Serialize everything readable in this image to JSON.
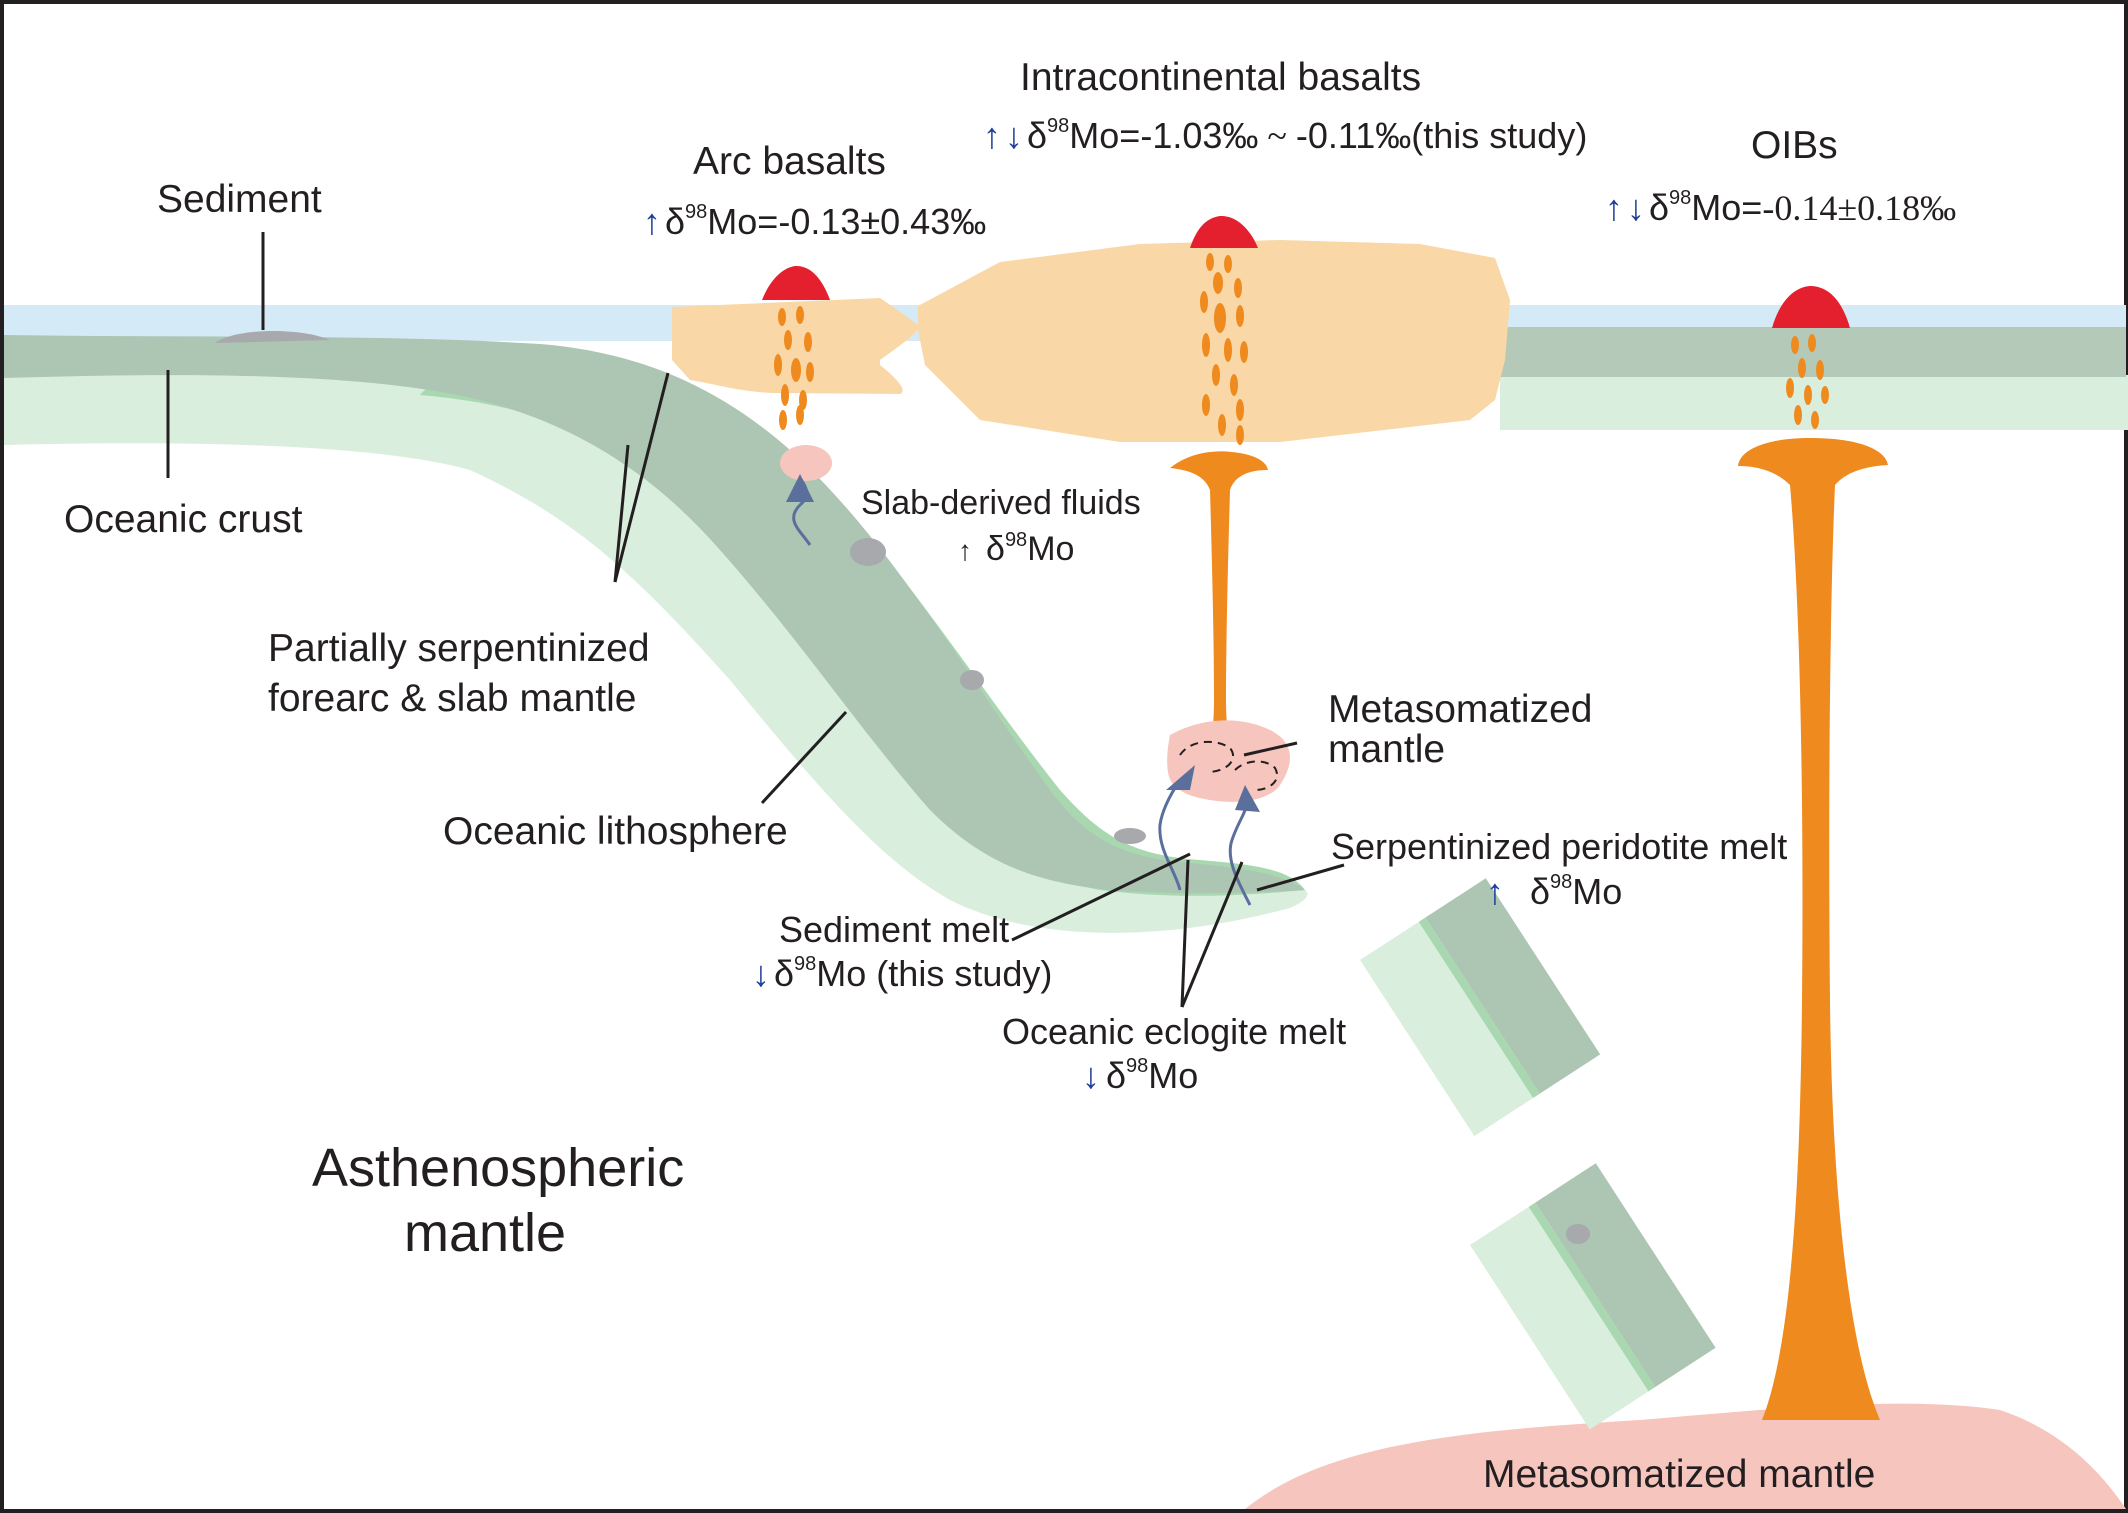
{
  "colors": {
    "ocean": "#d4eaf7",
    "oceanic_crust": "#b5c9b8",
    "lithosphere_light": "#d9eedd",
    "lithosphere_mid": "#a8d7b0",
    "slab_core": "#adc5b3",
    "continent": "#fad7a7",
    "magma_orange": "#ef8a1e",
    "volcano_red": "#e5202e",
    "metasomatized_pink": "#f6c5bd",
    "sediment_gray": "#a7a9ac",
    "fluid_arrow": "#5b6f9c",
    "delta_arrow": "#1f3f9a"
  },
  "labels": {
    "sediment": "Sediment",
    "oceanic_crust": "Oceanic crust",
    "serpentinized_1": "Partially serpentinized",
    "serpentinized_2": "forearc & slab mantle",
    "oceanic_lithosphere": "Oceanic lithosphere",
    "asthenospheric_1": "Asthenospheric",
    "asthenospheric_2": "mantle",
    "arc_basalts": "Arc  basalts",
    "arc_delta_prefix": "δ",
    "arc_delta_sup": "98",
    "arc_delta_value": "Mo=-0.13±0.43‰",
    "intra_basalts": "Intracontinental  basalts",
    "intra_delta_prefix": "δ",
    "intra_delta_sup": "98",
    "intra_delta_value_1": "Mo=-1.03‰",
    "intra_delta_tilde": " ~ ",
    "intra_delta_value_2": "-0.11‰(this study)",
    "oibs": "OIBs",
    "oib_delta_prefix": "δ",
    "oib_delta_sup": "98",
    "oib_delta_mo": "Mo=",
    "oib_delta_value": "-0.14±0.18‰",
    "slab_fluids": "Slab-derived fluids",
    "slab_fluids_delta_prefix": "δ",
    "slab_fluids_delta_sup": "98",
    "slab_fluids_delta_mo": "Mo",
    "metasomatized_1": "Metasomatized",
    "metasomatized_2": "mantle",
    "serp_peridotite": "Serpentinized peridotite melt",
    "serp_peridotite_delta_prefix": "δ",
    "serp_peridotite_delta_sup": "98",
    "serp_peridotite_delta_mo": "Mo",
    "sediment_melt": "Sediment melt",
    "sediment_melt_delta_prefix": "δ",
    "sediment_melt_delta_sup": "98",
    "sediment_melt_delta_mo": "Mo (this study)",
    "eclogite_melt": "Oceanic eclogite melt",
    "eclogite_delta_prefix": "δ",
    "eclogite_delta_sup": "98",
    "eclogite_delta_mo": "Mo",
    "metasomatized_bottom": "Metasomatized mantle"
  },
  "arrows": {
    "up": "↑",
    "down": "↓"
  }
}
